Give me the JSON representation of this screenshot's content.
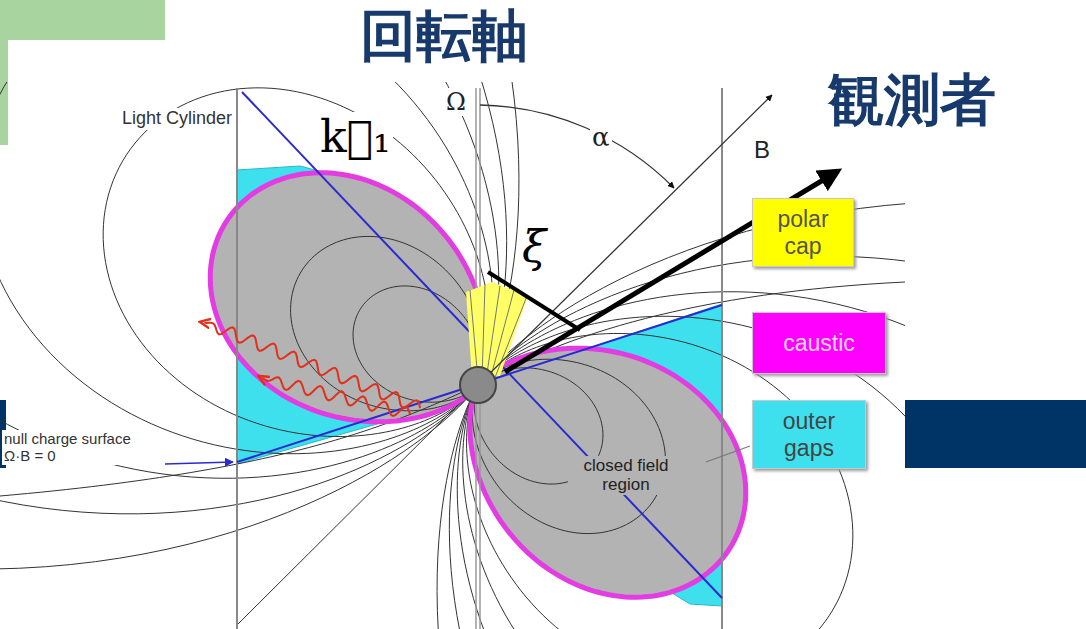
{
  "diagram": {
    "nodes": [
      {
        "text": [
          "polar cap"
        ]
      },
      {
        "text": [
          "caustic"
        ]
      },
      {
        "text": [
          "outer gaps"
        ]
      }
    ],
    "labels": [
      "回転軸",
      "観測者",
      "Light Cylinder",
      "k⃗₁",
      "Ω",
      "α",
      "B",
      "ξ",
      "null charge surface Ω·B = 0",
      "closed field region"
    ]
  }
}
